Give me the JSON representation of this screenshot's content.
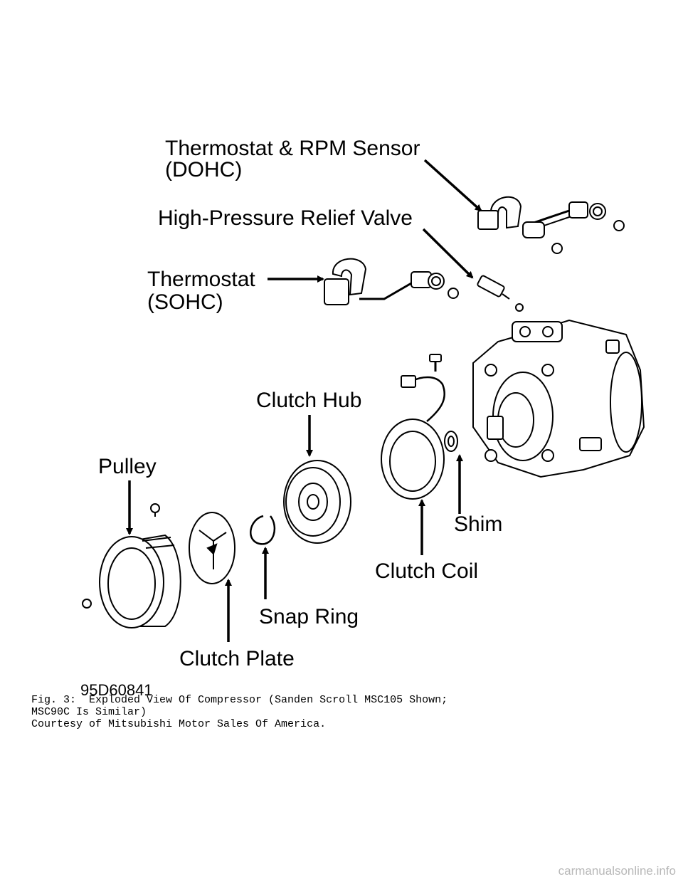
{
  "labels": {
    "thermostat_rpm_line1": "Thermostat & RPM Sensor",
    "thermostat_rpm_line2": "(DOHC)",
    "relief_valve": "High-Pressure Relief Valve",
    "thermostat_sohc_line1": "Thermostat",
    "thermostat_sohc_line2": "(SOHC)",
    "clutch_hub": "Clutch Hub",
    "pulley": "Pulley",
    "shim": "Shim",
    "clutch_coil": "Clutch Coil",
    "snap_ring": "Snap Ring",
    "clutch_plate": "Clutch Plate",
    "figure_code": "95D60841"
  },
  "caption": {
    "line1": "Fig. 3:  Exploded View Of Compressor (Sanden Scroll MSC105 Shown;",
    "line2": "MSC90C Is Similar)",
    "line3": "Courtesy of Mitsubishi Motor Sales Of America."
  },
  "watermark": "carmanualsonline.info"
}
